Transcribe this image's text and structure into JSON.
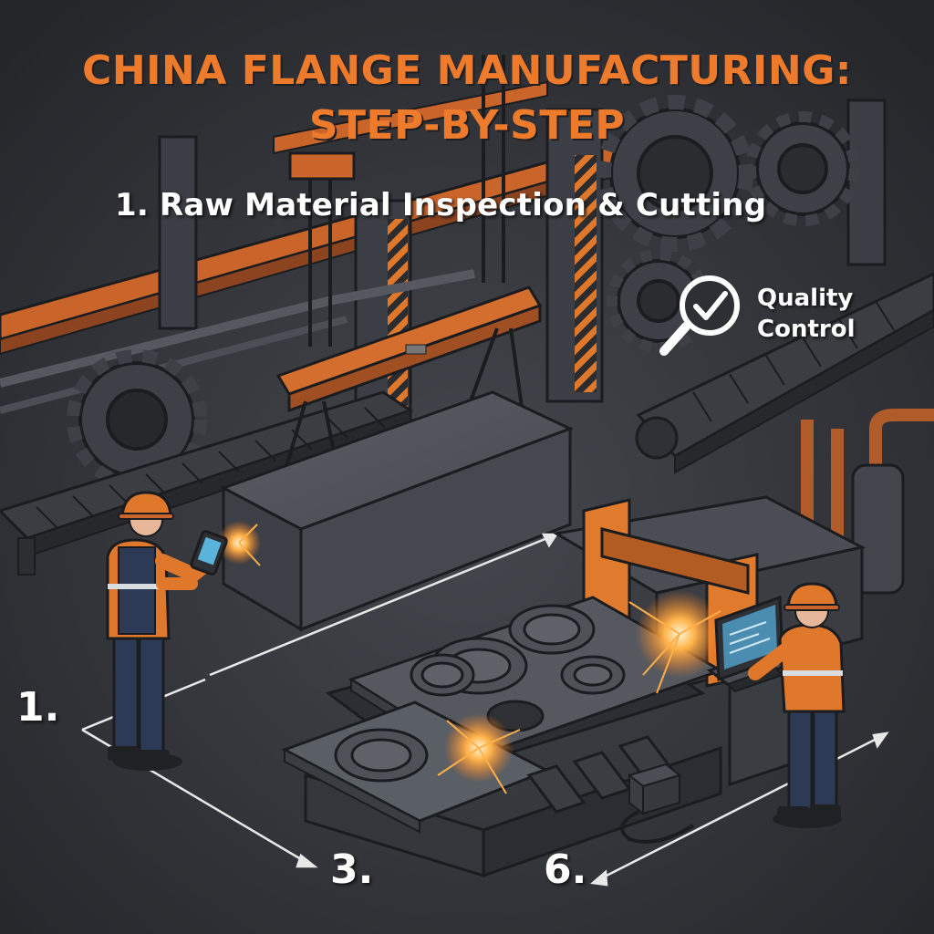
{
  "title": {
    "line1": "CHINA FLANGE MANUFACTURING:",
    "line2": "STEP-BY-STEP"
  },
  "step_heading": "1. Raw Material Inspection & Cutting",
  "quality_control": {
    "line1": "Quality",
    "line2": "Control",
    "icon": "magnifier-check-icon"
  },
  "step_markers": {
    "first": "1.",
    "third": "3.",
    "sixth": "6."
  },
  "colors": {
    "background": "#2c2f34",
    "accent_orange": "#ee7a2c",
    "steel": "#4a4e55",
    "text": "#ffffff"
  }
}
